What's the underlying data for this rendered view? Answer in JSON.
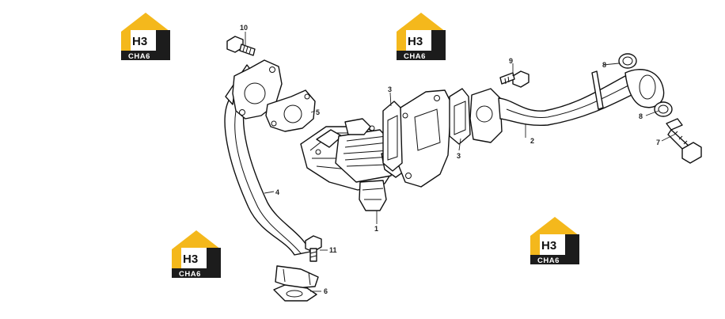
{
  "colors": {
    "logo_gold": "#f4b81c",
    "logo_black": "#1c1c1c",
    "line": "#111111"
  },
  "watermark": {
    "letters": "H3",
    "band_text": "CHA6"
  },
  "callouts": {
    "c1": "1",
    "c2": "2",
    "c3a": "3",
    "c3b": "3",
    "c4": "4",
    "c5": "5",
    "c6": "6",
    "c7": "7",
    "c8a": "8",
    "c8b": "8",
    "c9": "9",
    "c10": "10",
    "c11": "11"
  }
}
